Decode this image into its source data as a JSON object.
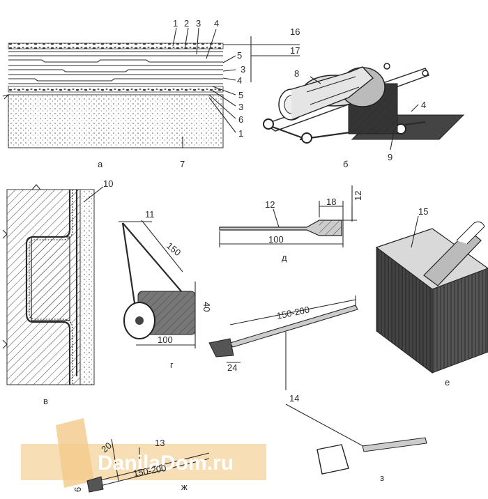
{
  "layer_labels": [
    "1",
    "2",
    "3",
    "4",
    "16",
    "5",
    "17",
    "3",
    "4",
    "5",
    "3",
    "6",
    "1",
    "7"
  ],
  "roller_labels": [
    "8",
    "4",
    "9"
  ],
  "detail_labels": [
    "10"
  ],
  "small_roller": {
    "label": "11",
    "dim_handle": "150",
    "dim_height": "40",
    "dim_width": "100"
  },
  "spatula": {
    "label": "12",
    "dim_blade": "18",
    "dim_thick": "12",
    "dim_length": "100"
  },
  "brush": {
    "label": "15"
  },
  "scraper_tool": {
    "label": "14",
    "dim_length": "150-200",
    "dim_blade": "24"
  },
  "bottom_tool": {
    "label": "13",
    "dim_length": "150-200",
    "dim_small": "6",
    "dim_side": "20"
  },
  "sub_letters": [
    "а",
    "б",
    "в",
    "г",
    "д",
    "е",
    "ж",
    "з"
  ],
  "watermark": "DanilaDom.ru"
}
